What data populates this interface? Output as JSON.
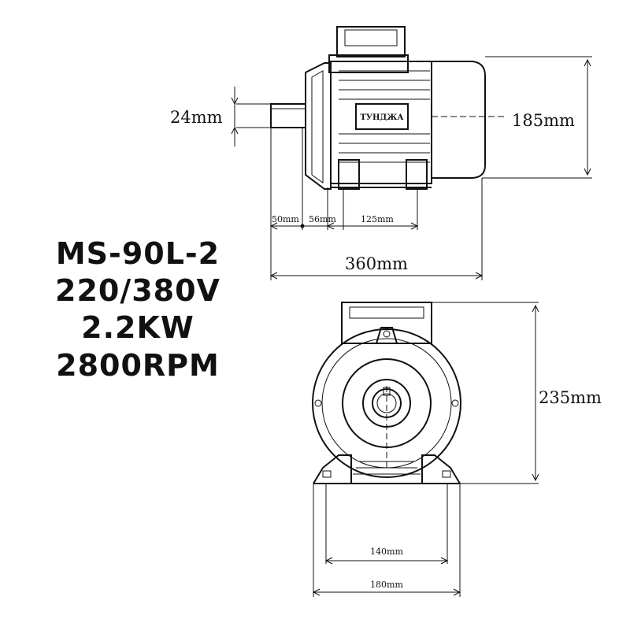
{
  "specs": {
    "model": "MS-90L-2",
    "voltage": "220/380V",
    "power": "2.2KW",
    "speed": "2800RPM"
  },
  "brand": "ТУНДЖА",
  "dimensions": {
    "shaft_diameter": "24mm",
    "height_side": "185mm",
    "length_total": "360mm",
    "shaft_length": "50mm",
    "foot_offset": "56mm",
    "foot_spacing_side": "125mm",
    "height_front": "235mm",
    "foot_spacing_front": "140mm",
    "base_width": "180mm"
  }
}
